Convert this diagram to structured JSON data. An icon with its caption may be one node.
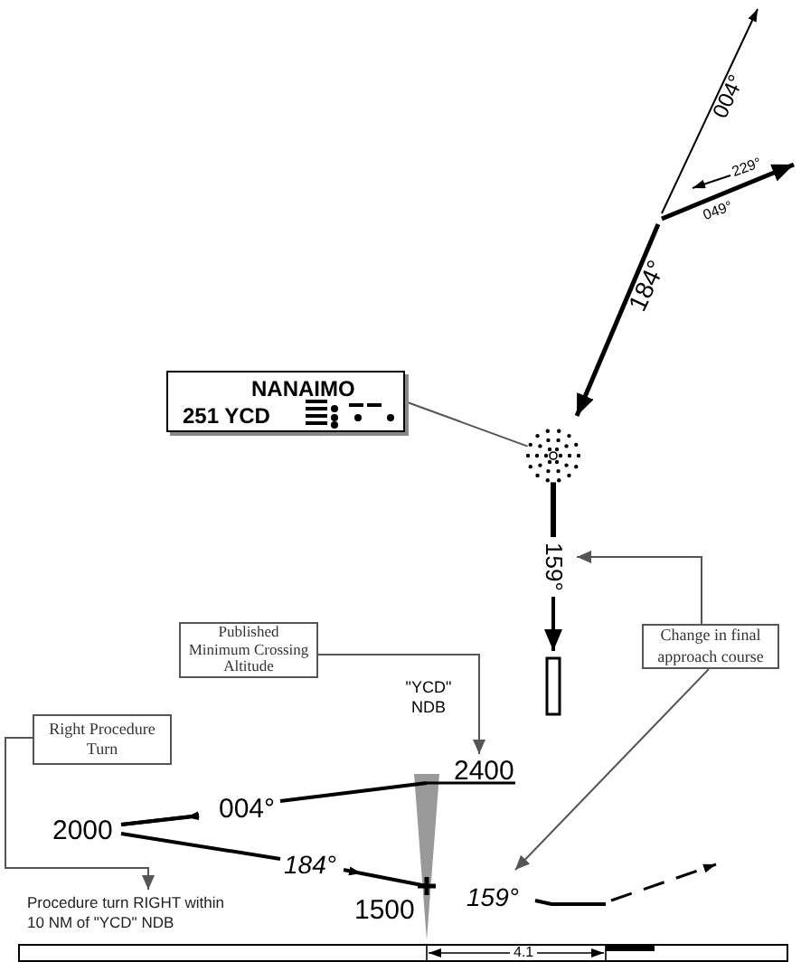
{
  "diagram": {
    "nodes": [
      {
        "text": [
          "NANAIMO",
          "251 YCD"
        ]
      },
      {
        "text": [],
        "shape": "circle"
      },
      {
        "text": [
          "159°"
        ]
      },
      {
        "text": [
          "Published Minimum Crossing Altitude"
        ]
      },
      {
        "text": [
          "Change in final approach course"
        ]
      },
      {
        "text": [
          "Right Procedure Turn"
        ]
      },
      {
        "text": [
          "2400"
        ]
      },
      {
        "text": [
          "159°"
        ]
      },
      {
        "text": [
          "Procedure turn RIGHT within 10 NM of \"YCD\" NDB"
        ]
      }
    ],
    "edges": [
      {
        "from": 0,
        "to": 1,
        "arrow": "none"
      },
      {
        "from": 4,
        "to": 2,
        "arrow": "to"
      },
      {
        "from": 3,
        "to": 6,
        "arrow": "to"
      },
      {
        "from": 4,
        "to": 7,
        "arrow": "to"
      },
      {
        "from": 5,
        "to": 8,
        "arrow": "to"
      },
      {
        "from": 1,
        "to": 2,
        "arrow": "none",
        "style": "thick",
        "color": "#000000"
      }
    ],
    "labels": [
      "004°",
      "229°",
      "049°",
      "184°",
      "\"YCD\" NDB",
      "004°",
      "2000",
      "184°",
      "1500",
      "4.1"
    ]
  }
}
